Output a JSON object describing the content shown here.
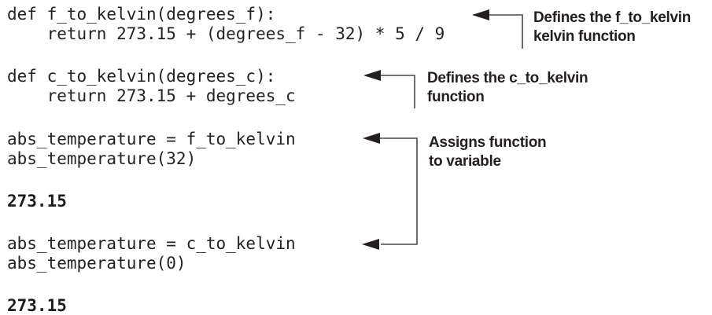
{
  "listing": {
    "code": {
      "block1": {
        "line1": "def f_to_kelvin(degrees_f):",
        "line2": "    return 273.15 + (degrees_f - 32) * 5 / 9"
      },
      "block2": {
        "line1": "def c_to_kelvin(degrees_c):",
        "line2": "    return 273.15 + degrees_c"
      },
      "block3": {
        "line1": "abs_temperature = f_to_kelvin",
        "line2": "abs_temperature(32)"
      },
      "output1": "273.15",
      "block4": {
        "line1": "abs_temperature = c_to_kelvin",
        "line2": "abs_temperature(0)"
      },
      "output2": "273.15"
    },
    "annotations": {
      "a1": {
        "line1": "Defines the f_to_kelvin",
        "line2": "kelvin function"
      },
      "a2": {
        "line1": "Defines the c_to_kelvin",
        "line2": "function"
      },
      "a3": {
        "line1": "Assigns function",
        "line2": "to variable"
      }
    },
    "colors": {
      "background": "#ffffff",
      "code_text": "#232323",
      "annotation_text": "#231f20",
      "arrow_line": "#4a4a4a",
      "arrow_head": "#231f20"
    }
  }
}
